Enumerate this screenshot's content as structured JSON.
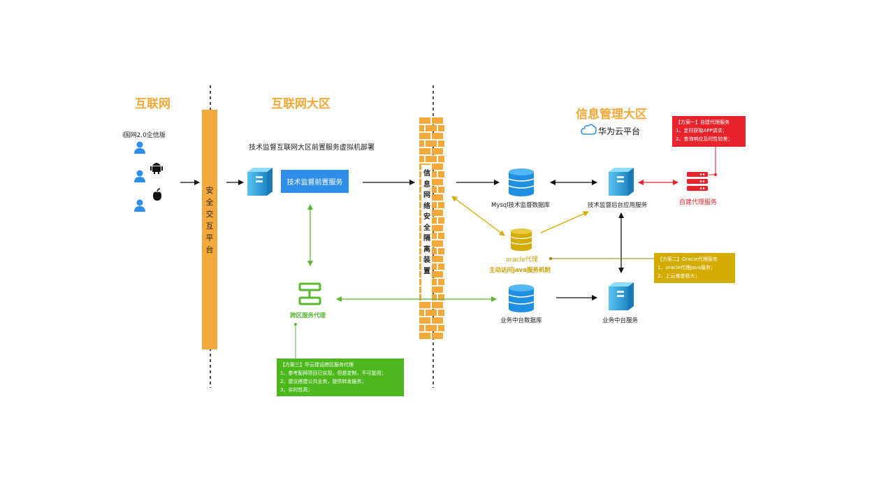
{
  "zones": {
    "internet": "互联网",
    "internet_zone": "互联网大区",
    "info_mgmt_zone": "信息管理大区"
  },
  "huawei_cloud": "华为云平台",
  "client_label": "i国网2.0企信版",
  "secure_platform": "安全交互平台",
  "isolation_device": "信息网络安全隔离装置",
  "vm_deploy_caption": "技术监督互联网大区前置服务虚拟机部署",
  "front_service": "技术监督前置服务",
  "cross_zone_proxy": "跨区服务代理",
  "mysql_db": "Mysql技术监督数据库",
  "backend_service": "技术监督后台应用服务",
  "self_proxy": "自建代理服务",
  "oracle_proxy": "oracle代理",
  "oracle_proxy_sub": "主动访问java服务机制",
  "biz_db": "业务中台数据库",
  "biz_service": "业务中台服务",
  "note_plan1": {
    "lines": [
      "【方案一】自建代理服务",
      "1、定时获取APP请求；",
      "2、查询响应及时性较差；"
    ],
    "color": "#e8232b"
  },
  "note_plan2": {
    "lines": [
      "【方案二】Oracle代理服务",
      "1、oracle代理Java服务；",
      "2、上云难度极大；"
    ],
    "color": "#d4ac00"
  },
  "note_plan3": {
    "lines": [
      "【方案三】华云建设跨区服务代理",
      "1、参考配网项目已实现，但是定制，不可复用；",
      "2、建议搭建公共业务，提供转发服务；",
      "3、实时性高；"
    ],
    "color": "#4cb81e"
  },
  "colors": {
    "zone_title": "#f6a93b",
    "blue": "#2f8fe8",
    "green": "#58b830",
    "orange": "#f6a93b",
    "red": "#e8232b",
    "gold": "#d4ac00"
  }
}
